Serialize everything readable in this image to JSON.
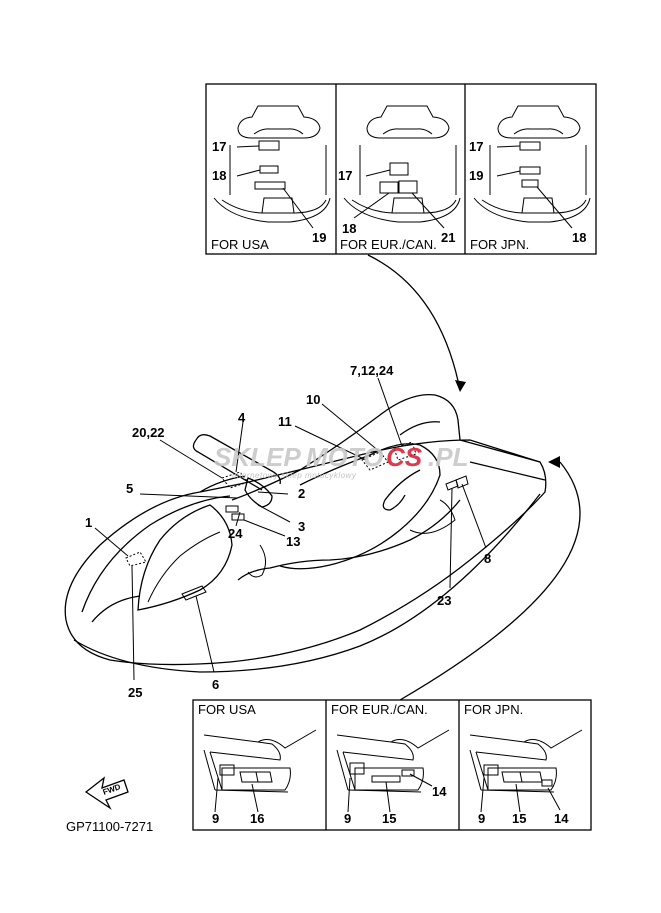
{
  "top_panels": [
    {
      "caption": "FOR USA",
      "callouts": [
        "17",
        "18",
        "19"
      ]
    },
    {
      "caption": "FOR EUR./CAN.",
      "callouts": [
        "17",
        "18",
        "21"
      ]
    },
    {
      "caption": "FOR JPN.",
      "callouts": [
        "17",
        "19",
        "18"
      ]
    }
  ],
  "bottom_panels": [
    {
      "caption": "FOR USA",
      "callouts": [
        "9",
        "16"
      ]
    },
    {
      "caption": "FOR EUR./CAN.",
      "callouts": [
        "9",
        "15",
        "14"
      ]
    },
    {
      "caption": "FOR JPN.",
      "callouts": [
        "9",
        "15",
        "14"
      ]
    }
  ],
  "main_callouts": {
    "c1": "1",
    "c2": "2",
    "c3": "3",
    "c4": "4",
    "c5": "5",
    "c6": "6",
    "c7_12_24": "7,12,24",
    "c8": "8",
    "c10": "10",
    "c11": "11",
    "c13": "13",
    "c20_22": "20,22",
    "c23": "23",
    "c24": "24",
    "c25": "25"
  },
  "fwd_label": "FWD",
  "part_code": "GP71100-7271",
  "watermark": {
    "brand_a": "SKLEP",
    "brand_b": "MOTO",
    "brand_c": "CS",
    "brand_d": ".PL",
    "tagline": "internetowy sklep motocyklowy"
  },
  "colors": {
    "line": "#000000",
    "watermark_gray": "#c8c8c8",
    "watermark_red": "#d9263a",
    "background": "#ffffff"
  }
}
